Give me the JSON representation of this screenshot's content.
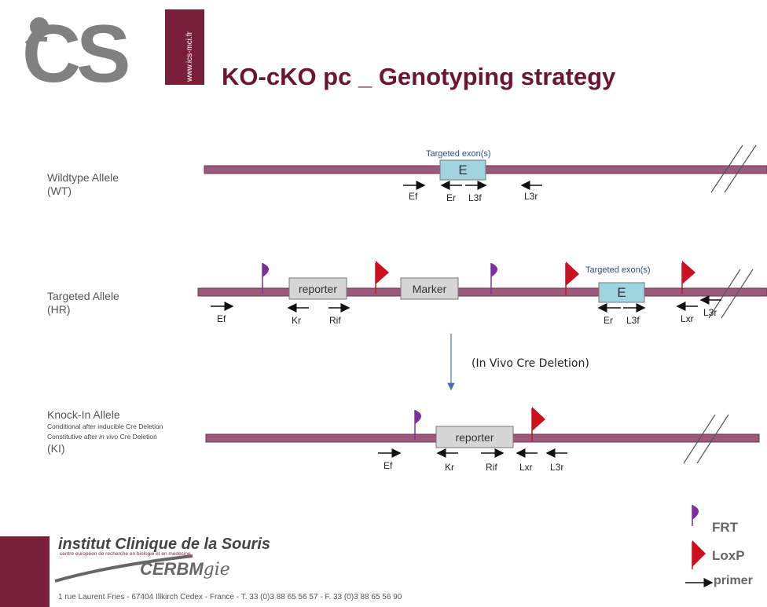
{
  "header": {
    "logo_text": "iCS",
    "logo_url": "www.ics-mci.fr",
    "title": "KO-cKO pc _  Genotyping strategy"
  },
  "alleles": {
    "wt": {
      "name": "Wildtype Allele",
      "code": "(WT)"
    },
    "hr": {
      "name": "Targeted Allele",
      "code": "(HR)"
    },
    "ki": {
      "name": "Knock-In Allele",
      "note1": "Conditional after inducible Cre Deletion",
      "note2_pre": "Constitutive after ",
      "note2_em": "in vivo",
      "note2_post": " Cre Deletion",
      "code": "(KI)"
    }
  },
  "elements": {
    "targeted_exon": "Targeted exon(s)",
    "exon": "E",
    "reporter": "reporter",
    "marker": "Marker",
    "deletion": "(In Vivo Cre Deletion)"
  },
  "primers": {
    "wt": [
      "Ef",
      "Er",
      "L3f",
      "L3r"
    ],
    "hr": [
      "Ef",
      "Kr",
      "Rif",
      "Er",
      "L3f",
      "Lxr",
      "L3r"
    ],
    "ki": [
      "Ef",
      "Kr",
      "Rif",
      "Lxr",
      "L3r"
    ]
  },
  "legend": {
    "frt": "FRT",
    "loxp": "LoxP",
    "primer": "primer"
  },
  "footer": {
    "institute": "institut Clinique de la Souris",
    "sub": "centre européen de recherche en biologie et en médecine",
    "cerbm": "CERBM",
    "gie": "gie",
    "address": "1 rue Laurent Fries - 67404 Illkirch Cedex - France - T.  33 (0)3 88 65 56 57 - F.  33 (0)3 88 65 56 90"
  },
  "colors": {
    "dna": "#9b5a7a",
    "frt": "#7b2fa0",
    "loxp": "#cc1020",
    "title": "#6b1535",
    "exon": "#9fd4e0"
  }
}
